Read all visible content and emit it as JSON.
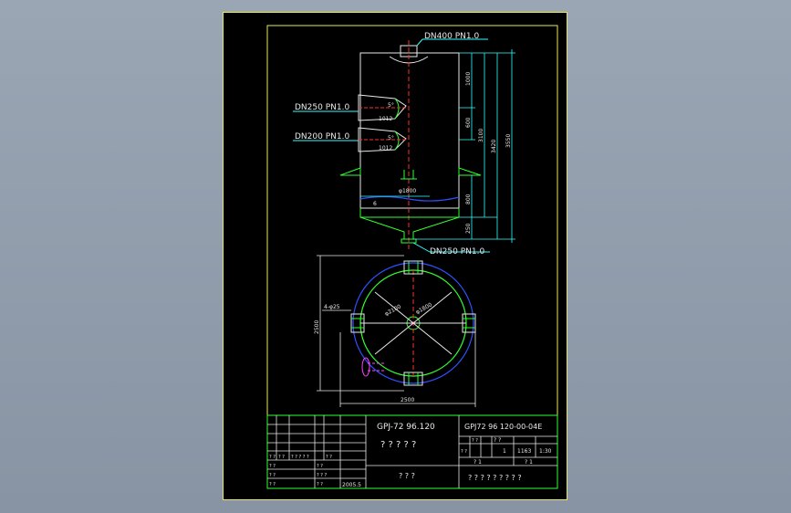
{
  "callouts": {
    "top_nozzle": "DN400 PN1.0",
    "side_nozzle_upper": "DN250 PN1.0",
    "side_nozzle_lower": "DN200 PN1.0",
    "bottom_nozzle": "DN250 PN1.0"
  },
  "dimensions": {
    "top_section": "1000",
    "middle_section": "600",
    "shell_height": "3100",
    "overall_height_a": "3420",
    "overall_height_b": "3550",
    "lower_section": "800",
    "cone_height": "250",
    "vessel_diameter": "φ1800",
    "nozzle_length_upper": "1012",
    "nozzle_length_lower": "1012",
    "nozzle_angle_upper": "5°",
    "nozzle_angle_lower": "5°",
    "skirt_thickness": "6",
    "bolt_holes": "4-φ25",
    "support_diameter": "φ2100",
    "inner_diameter": "φ1800",
    "plan_height": "2500",
    "plan_width": "2500"
  },
  "title_block": {
    "drawing_code": "GPJ-72 96.120",
    "drawing_number": "GPJ72 96 120-00-04E",
    "drawing_name": "? ? ? ? ?",
    "material": "? ? ?",
    "company": "? ? ? ? ? ? ? ? ?",
    "date": "2005.5",
    "scale_header": "? ?",
    "count_value": "1",
    "weight_value": "1163",
    "scale_value": "1:30",
    "sheet_label": "? 1",
    "sheet_total": "? 1",
    "row_labels": [
      "? ?",
      "? ?",
      "? ? ? ? ?",
      "? ?",
      "? ?",
      "? ?",
      "? ?",
      "? ? ?",
      "? ?",
      "? ?",
      "? ?",
      "? ?"
    ]
  }
}
